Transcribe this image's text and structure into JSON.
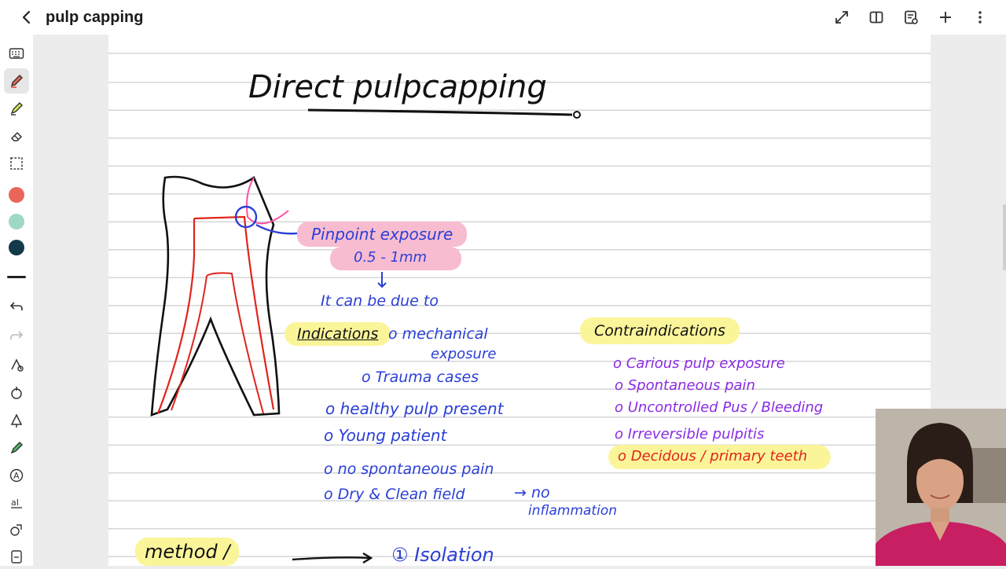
{
  "header": {
    "title": "pulp capping",
    "icons": [
      "back-chevron-icon",
      "expand-icon",
      "split-view-icon",
      "page-settings-icon",
      "add-icon",
      "more-icon"
    ]
  },
  "toolbar": {
    "tools": [
      "keyboard-icon",
      "pen-icon",
      "highlighter-icon",
      "eraser-icon",
      "lasso-icon",
      "undo-icon",
      "redo-icon",
      "shape-icon",
      "ruler-icon",
      "pen-tool-icon",
      "text-recognition-icon",
      "text-icon",
      "shapes-icon",
      "note-icon"
    ],
    "colors": [
      "#e8675a",
      "#9fd8c4",
      "#123a4a"
    ]
  },
  "note": {
    "heading": "Direct pulpcapping",
    "exposure_line1": "Pinpoint exposure",
    "exposure_line2": "0.5 - 1mm",
    "cause": "It can be due to",
    "indications_label": "Indications",
    "indication_1a": "o mechanical",
    "indication_1b": "exposure",
    "indication_2": "o Trauma cases",
    "indication_3": "o healthy pulp present",
    "indication_4": "o Young patient",
    "indication_5": "o no spontaneous pain",
    "indication_6": "o Dry & Clean field",
    "indication_6_arrow": "→ no",
    "indication_6b": "inflammation",
    "contra_label": "Contraindications",
    "contra_1": "o Carious pulp exposure",
    "contra_2": "o Spontaneous pain",
    "contra_3": "o Uncontrolled Pus / Bleeding",
    "contra_4": "o Irreversible pulpitis",
    "contra_5": "o Decidous / primary teeth",
    "method_label": "method /",
    "method_step": "① Isolation"
  },
  "colors": {
    "ink_blue": "#2a3fd6",
    "ink_purple": "#8a2be2",
    "ink_red": "#e0241b",
    "highlight_pink": "#f8bcd0",
    "highlight_yellow": "#fbf59a"
  }
}
